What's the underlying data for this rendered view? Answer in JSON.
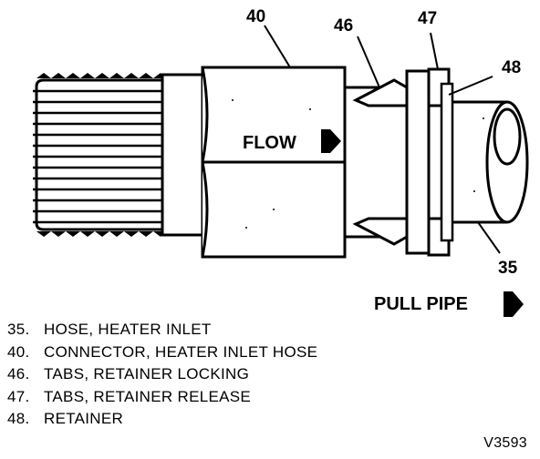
{
  "callouts": {
    "c40": "40",
    "c46": "46",
    "c47": "47",
    "c48": "48",
    "c35": "35"
  },
  "flow_label": "FLOW",
  "pull_label": "PULL PIPE",
  "legend": [
    {
      "num": "35.",
      "text": "HOSE, HEATER INLET"
    },
    {
      "num": "40.",
      "text": "CONNECTOR, HEATER INLET HOSE"
    },
    {
      "num": "46.",
      "text": "TABS, RETAINER LOCKING"
    },
    {
      "num": "47.",
      "text": "TABS, RETAINER RELEASE"
    },
    {
      "num": "48.",
      "text": "RETAINER"
    }
  ],
  "figure_code": "V3593"
}
